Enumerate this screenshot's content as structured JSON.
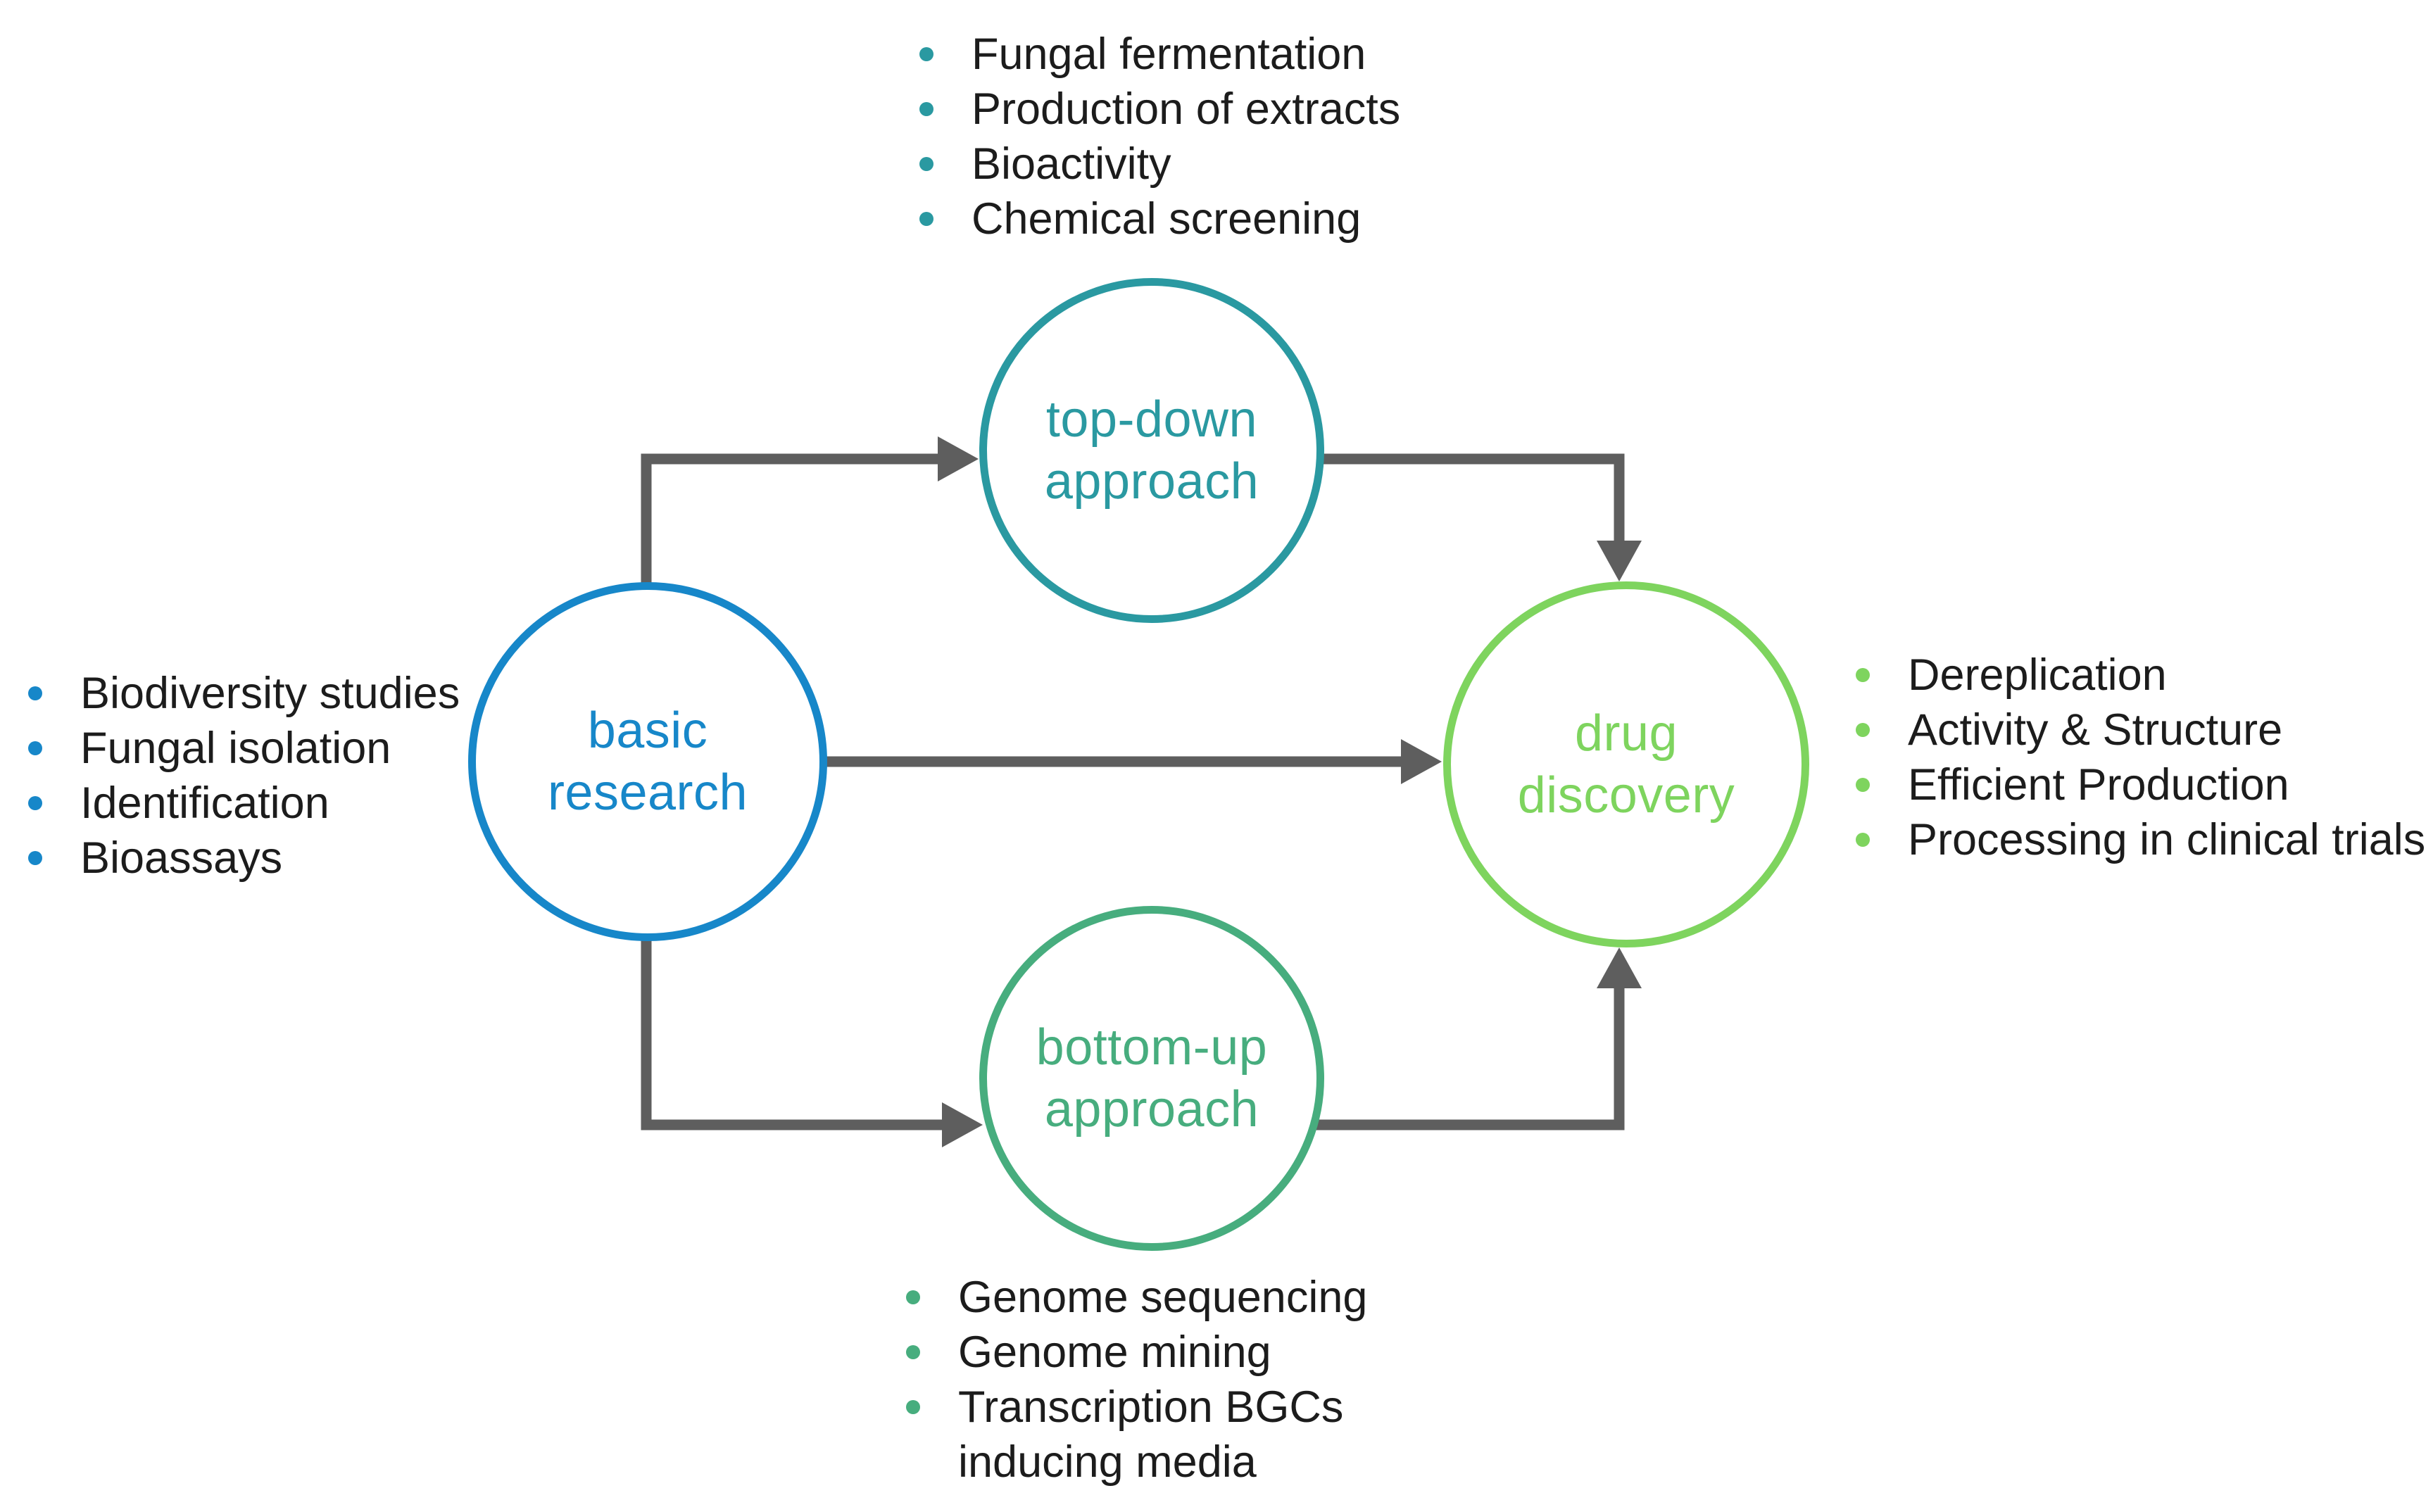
{
  "nodes": {
    "basic_research": {
      "label_line1": "basic",
      "label_line2": "research",
      "color": "#1787c9"
    },
    "top_down": {
      "label_line1": "top-down",
      "label_line2": "approach",
      "color": "#2a99a1"
    },
    "bottom_up": {
      "label_line1": "bottom-up",
      "label_line2": "approach",
      "color": "#47ad7e"
    },
    "drug_discovery": {
      "label_line1": "drug",
      "label_line2": "discovery",
      "color": "#7ed45e"
    }
  },
  "lists": {
    "basic_research_topics": {
      "bullet_color": "#1787c9",
      "items": [
        "Biodiversity studies",
        "Fungal isolation",
        "Identification",
        "Bioassays"
      ]
    },
    "top_down_steps": {
      "bullet_color": "#2a99a1",
      "items": [
        "Fungal fermentation",
        "Production of extracts",
        "Bioactivity",
        "Chemical screening"
      ]
    },
    "bottom_up_steps": {
      "bullet_color": "#47ad7e",
      "items": [
        "Genome sequencing",
        "Genome mining",
        "Transcription BGCs\ninducing media"
      ]
    },
    "drug_discovery_outcomes": {
      "bullet_color": "#7ed45e",
      "items": [
        "Dereplication",
        "Activity & Structure",
        "Efficient Production",
        "Processing in clinical trials"
      ]
    }
  },
  "arrows": {
    "color": "#5e5e5e",
    "edges": [
      {
        "from": "basic research",
        "to": "top-down approach"
      },
      {
        "from": "basic research",
        "to": "drug discovery"
      },
      {
        "from": "basic research",
        "to": "bottom-up approach"
      },
      {
        "from": "top-down approach",
        "to": "drug discovery"
      },
      {
        "from": "bottom-up approach",
        "to": "drug discovery"
      }
    ]
  }
}
